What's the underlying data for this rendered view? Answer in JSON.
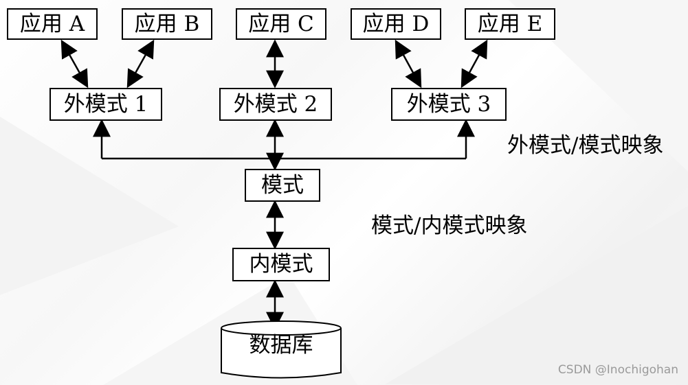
{
  "apps": [
    "应用 A",
    "应用 B",
    "应用 C",
    "应用 D",
    "应用 E"
  ],
  "external_schemas": [
    "外模式 1",
    "外模式 2",
    "外模式 3"
  ],
  "schema": "模式",
  "internal_schema": "内模式",
  "database": "数据库",
  "mappings": {
    "external_to_schema": "外模式/模式映象",
    "schema_to_internal": "模式/内模式映象"
  },
  "watermark": "CSDN @Inochigohan"
}
